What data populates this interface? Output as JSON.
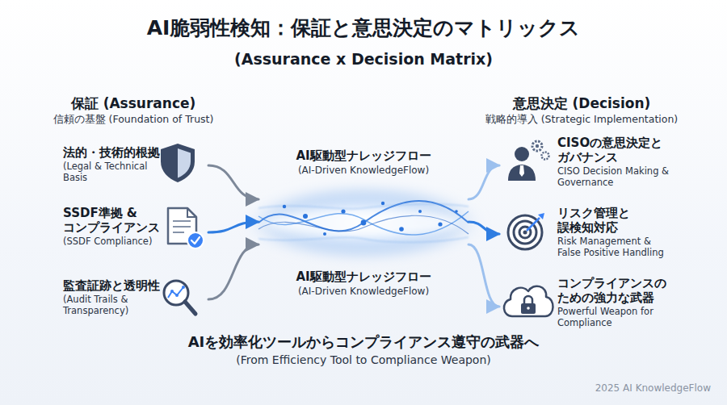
{
  "diagram": {
    "title": "AI脆弱性検知：保証と意思決定のマトリックス",
    "caption": "AIを効率化ツールからコンプライアンス遵守の武器へ",
    "nodes": [
      {
        "text": [
          "法的・技術的根拠",
          "(Legal & Technical Basis"
        ]
      },
      {
        "text": [
          "SSDF準拠 & コンプライアンス",
          "(SSDF Compliance)"
        ]
      },
      {
        "text": [
          "監査証跡と透明性",
          "(Audit Trails & Transparency)"
        ]
      },
      {
        "text": [
          "AI駆動型ナレッジフロー",
          "(AI-Driven KnowledgeFlow)",
          "AI駆動型ナレッジフロー",
          "(AI-Driven KnowledgeFlow)"
        ]
      },
      {
        "text": [
          "CISOの意思決定と ガバナンス",
          "CISO Decision Making & Governance"
        ]
      },
      {
        "text": [
          "リスク管理と 誤検知対応",
          "Risk Management & False Positive Handling"
        ]
      },
      {
        "text": [
          "コンプライアンスの ための強力な武器",
          "Powerful Weapon for Compliance"
        ]
      }
    ],
    "edges": [
      {
        "from": 0,
        "to": 3,
        "arrow": "to"
      },
      {
        "from": 1,
        "to": 3,
        "arrow": "to"
      },
      {
        "from": 2,
        "to": 3,
        "arrow": "to"
      },
      {
        "from": 3,
        "to": 4,
        "arrow": "to"
      },
      {
        "from": 3,
        "to": 5,
        "arrow": "to"
      },
      {
        "from": 3,
        "to": 6,
        "arrow": "to"
      }
    ],
    "labels": [
      "(Assurance x Decision Matrix)",
      "保証 (Assurance)",
      "信頼の基盤 (Foundation of Trust)",
      "意思決定 (Decision)",
      "戦略的導入 (Strategic Implementation)",
      "(From Efficiency Tool to Compliance Weapon)",
      "2025 AI KnowledgeFlow"
    ]
  }
}
